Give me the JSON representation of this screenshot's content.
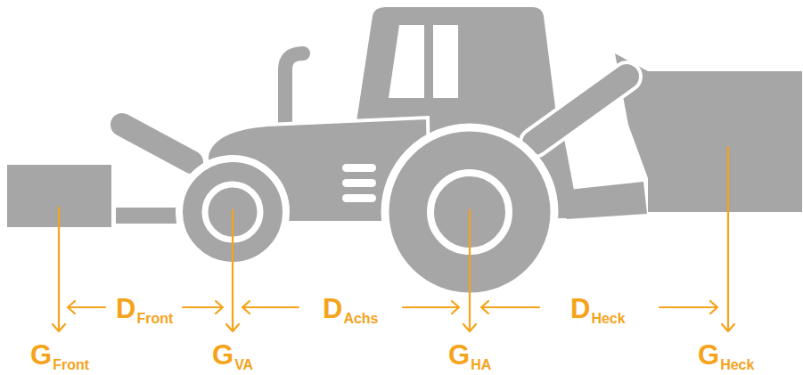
{
  "diagram": {
    "labels": [
      "D",
      "Front",
      "D",
      "Achs",
      "D",
      "Heck",
      "G",
      "Front",
      "G",
      "VA",
      "G",
      "HA",
      "G",
      "Heck"
    ]
  }
}
